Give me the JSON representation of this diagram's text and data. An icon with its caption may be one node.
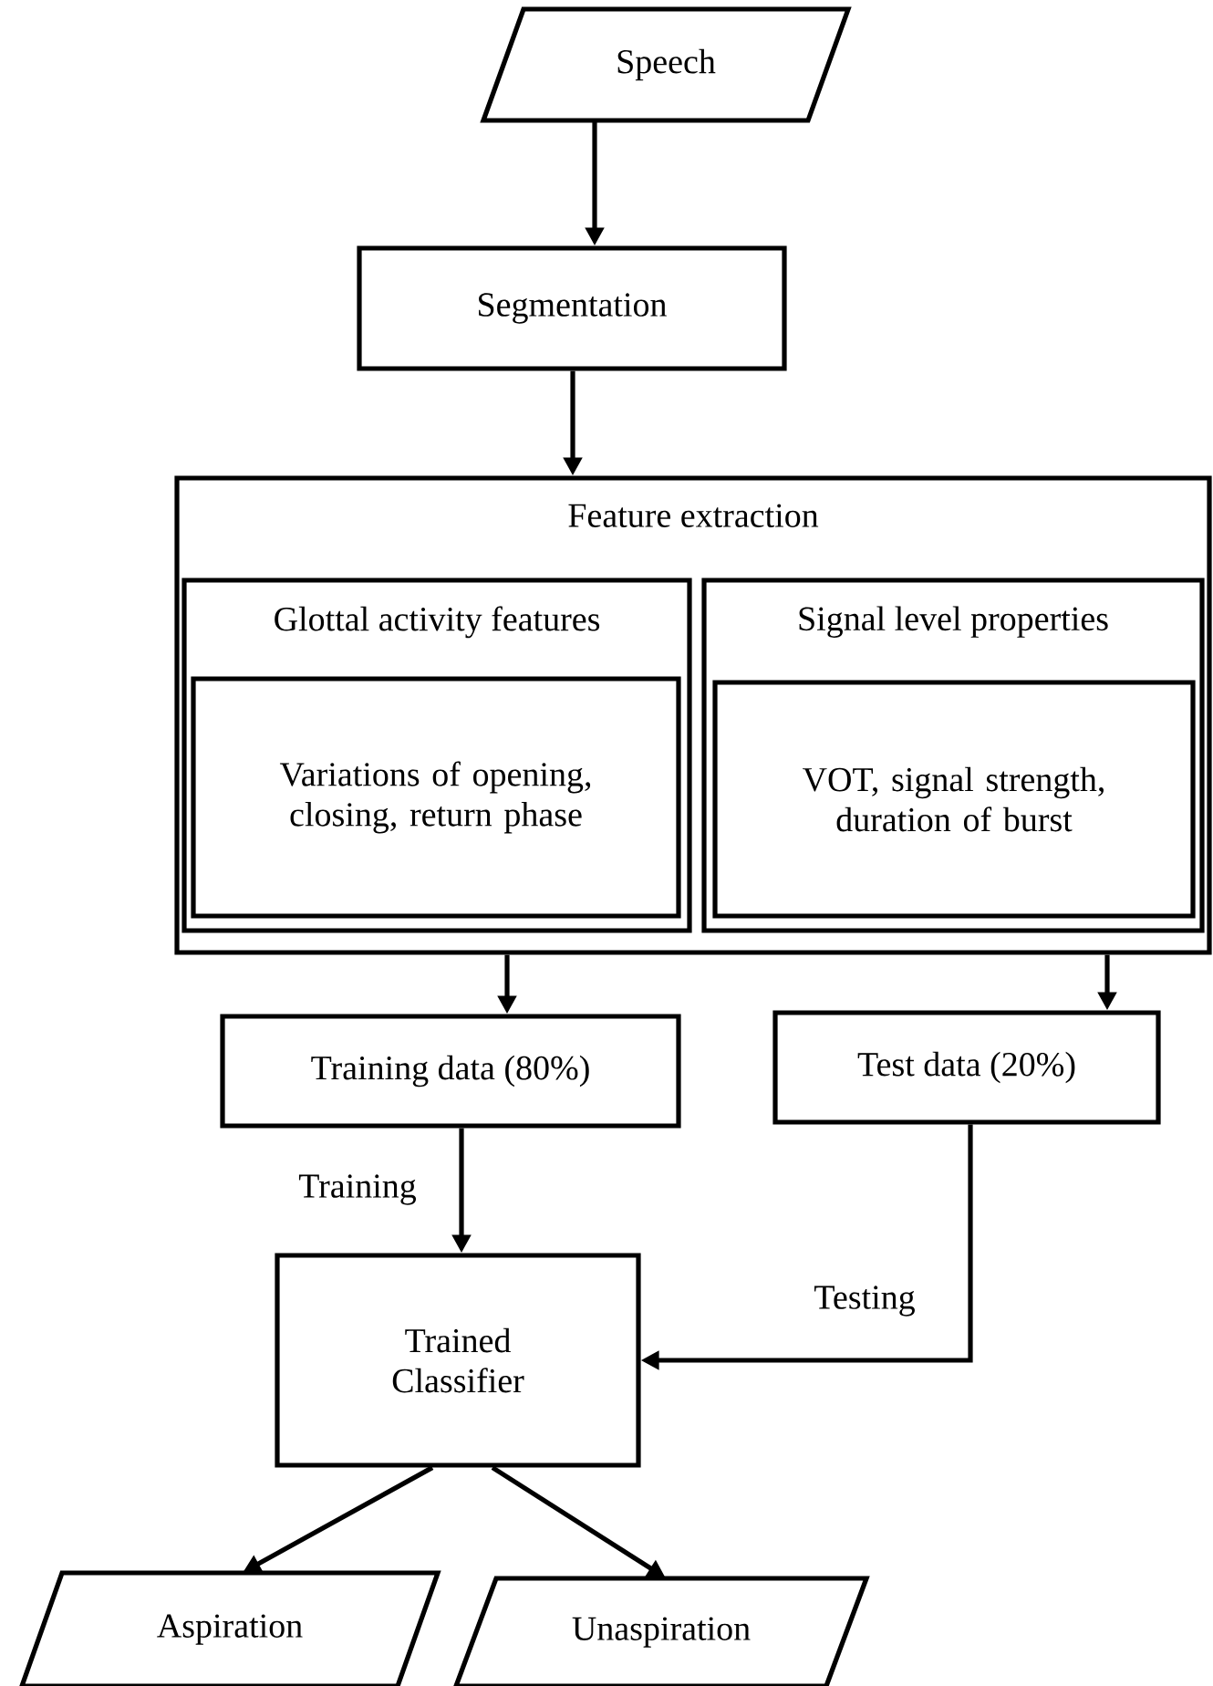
{
  "diagram": {
    "nodes": [
      {
        "text": [
          "Speech"
        ]
      },
      {
        "text": [
          "Segmentation"
        ]
      },
      {
        "text": [
          "Feature extraction"
        ]
      },
      {
        "text": [
          "Glottal activity features"
        ],
        "in": 2
      },
      {
        "text": [
          "Variations of opening, closing, return phase"
        ],
        "in": 3
      },
      {
        "text": [
          "Signal level properties"
        ],
        "in": 2
      },
      {
        "text": [
          "VOT, signal strength, duration of burst"
        ],
        "in": 5
      },
      {
        "text": [
          "Training data (80%)"
        ]
      },
      {
        "text": [
          "Test data (20%)"
        ]
      },
      {
        "text": [
          "Trained Classifier"
        ]
      },
      {
        "text": [
          "Aspiration"
        ]
      },
      {
        "text": [
          "Unaspiration"
        ]
      }
    ],
    "edges": [
      {
        "from": 0,
        "to": 1,
        "arrow": "to"
      },
      {
        "from": 1,
        "to": 2,
        "arrow": "to"
      },
      {
        "from": 2,
        "to": 7,
        "arrow": "to"
      },
      {
        "from": 2,
        "to": 8,
        "arrow": "to"
      },
      {
        "from": 7,
        "to": 9,
        "arrow": "to",
        "label": "Training"
      },
      {
        "from": 8,
        "to": 9,
        "arrow": "to",
        "label": "Testing"
      },
      {
        "from": 9,
        "to": 10,
        "arrow": "to"
      },
      {
        "from": 9,
        "to": 11,
        "arrow": "to"
      }
    ]
  }
}
